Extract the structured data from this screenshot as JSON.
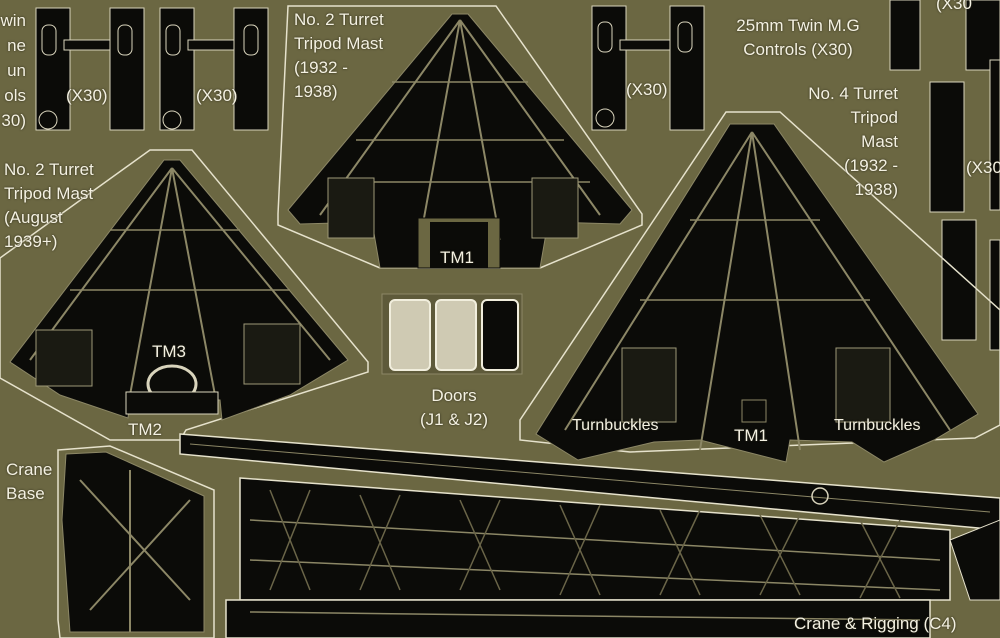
{
  "colors": {
    "fret_background": "#6b6742",
    "part_black": "#0b0b08",
    "frame_line": "#e6e2cc",
    "label_text": "#f4f1e2"
  },
  "labels": {
    "left_edge_partial": [
      "win",
      "ne",
      "un",
      "ols",
      "30)"
    ],
    "x30_a": "(X30)",
    "x30_b": "(X30)",
    "x30_c": "(X30)",
    "x30_right_partial_top": "(X30",
    "x30_right_partial_mid": "(X30",
    "mg_controls_line1": "25mm Twin M.G",
    "mg_controls_line2": "Controls (X30)",
    "no2_mast_1932": [
      "No. 2 Turret",
      "Tripod Mast",
      "(1932 -",
      "1938)"
    ],
    "no2_mast_1939": [
      "No. 2 Turret",
      "Tripod Mast",
      "(August",
      "1939+)"
    ],
    "no4_mast": [
      "No. 4 Turret",
      "Tripod",
      "Mast",
      "(1932 -",
      "1938)"
    ],
    "tm1_top": "TM1",
    "tm1_right": "TM1",
    "tm2": "TM2",
    "tm3": "TM3",
    "doors_line1": "Doors",
    "doors_line2": "(J1 & J2)",
    "turnbuckles_left": "Turnbuckles",
    "turnbuckles_right": "Turnbuckles",
    "crane_base": [
      "Crane",
      "Base"
    ],
    "crane_rigging": "Crane & Rigging (C4)"
  }
}
